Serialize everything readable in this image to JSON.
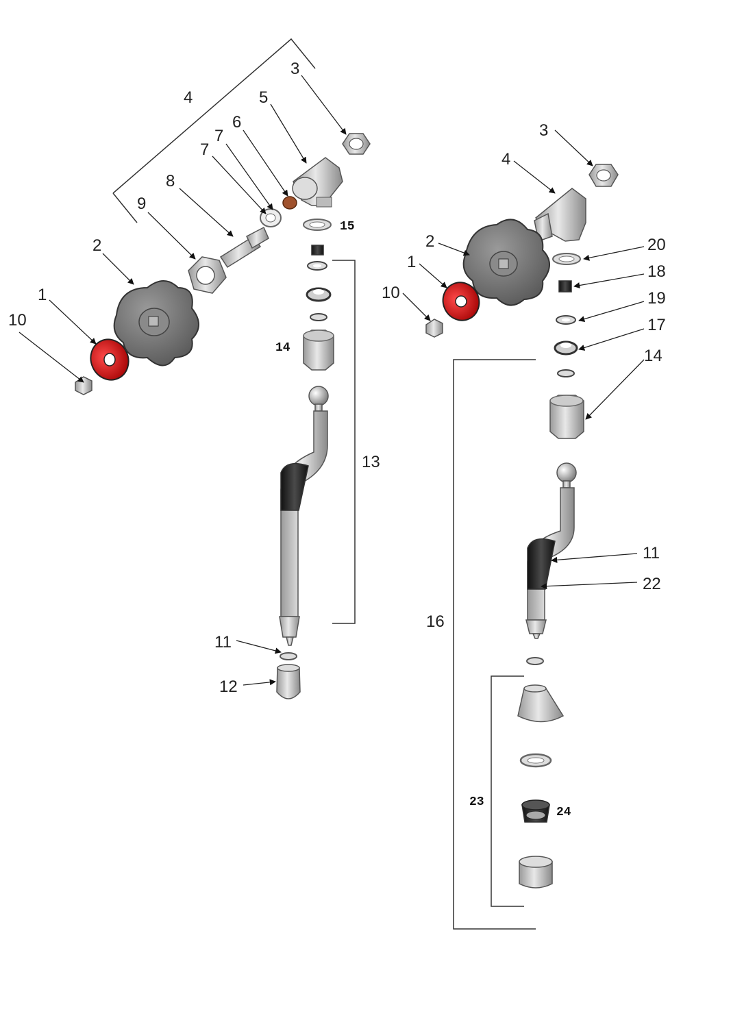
{
  "left_assembly": {
    "labels": {
      "l1": "1",
      "l2": "2",
      "l3": "3",
      "l4": "4",
      "l5": "5",
      "l6": "6",
      "l7a": "7",
      "l7b": "7",
      "l8": "8",
      "l9": "9",
      "l10": "10",
      "l11": "11",
      "l12": "12",
      "l13": "13",
      "l14": "14",
      "l15": "15"
    }
  },
  "right_assembly": {
    "labels": {
      "r1": "1",
      "r2": "2",
      "r3": "3",
      "r4": "4",
      "r10": "10",
      "r11": "11",
      "r14": "14",
      "r16": "16",
      "r17": "17",
      "r18": "18",
      "r19": "19",
      "r20": "20",
      "r22": "22",
      "r23": "23",
      "r24": "24"
    }
  },
  "colors": {
    "background": "#ffffff",
    "metal": "#c8c8c8",
    "knob": "#7a7a7a",
    "red_cap": "#d21a1a",
    "brass_seal": "#a0522d",
    "rubber": "#1a1a1a"
  }
}
